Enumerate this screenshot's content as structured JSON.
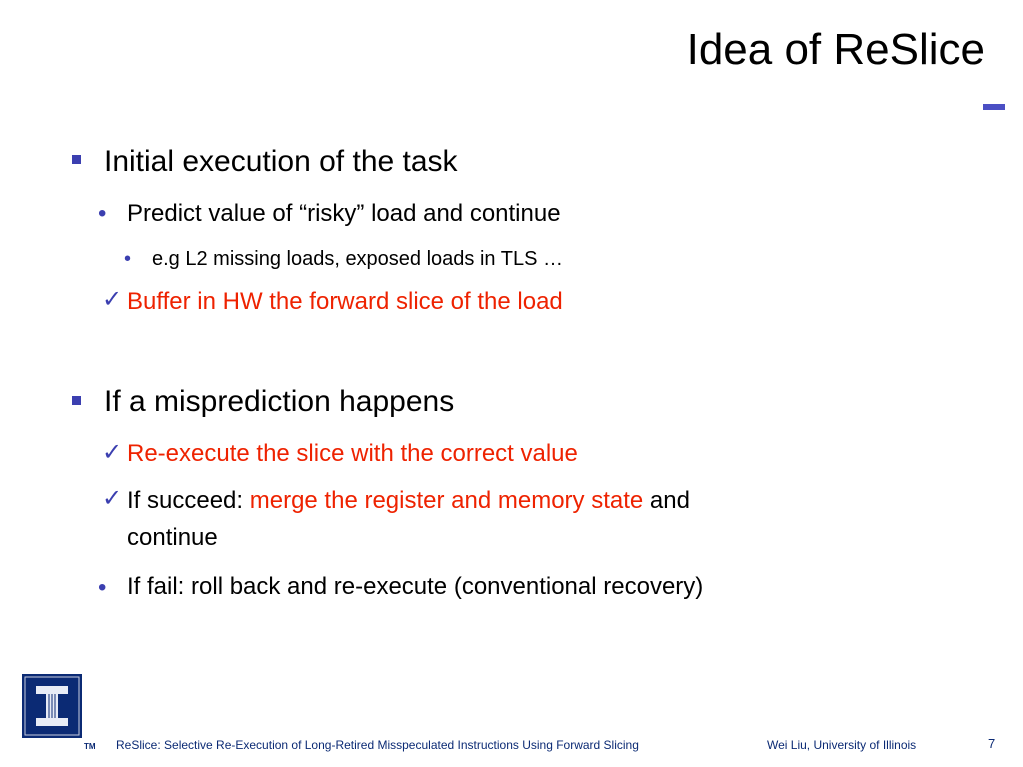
{
  "slide": {
    "title": "Idea of ReSlice",
    "accent_color": "#4b4fc4",
    "highlight_color": "#ee2200"
  },
  "bullets": [
    {
      "level": 1,
      "marker": "square",
      "text": "Initial execution of the task"
    },
    {
      "level": 2,
      "marker": "dot",
      "text": "Predict value of “risky” load and continue"
    },
    {
      "level": 3,
      "marker": "dot",
      "text": "e.g L2 missing loads, exposed loads in TLS …"
    },
    {
      "level": 2,
      "marker": "check",
      "text": "Buffer in HW the forward slice of the load"
    },
    {
      "level": 1,
      "marker": "square",
      "text": "If a misprediction happens"
    },
    {
      "level": 2,
      "marker": "check",
      "text": "Re-execute the slice with the correct value"
    },
    {
      "level": 2,
      "marker": "check",
      "prefix": "If succeed: ",
      "highlight": "merge the register and memory state",
      "suffix": " and",
      "continuation": "continue"
    },
    {
      "level": 2,
      "marker": "dot",
      "text": "If fail: roll back and re-execute (conventional recovery)"
    }
  ],
  "footer": {
    "left": "ReSlice: Selective Re-Execution of Long-Retired Misspeculated Instructions Using Forward Slicing",
    "right": "Wei Liu, University of Illinois",
    "page_number": "7",
    "trademark": "TM",
    "logo_icon": "university-illinois-block-i-logo"
  }
}
